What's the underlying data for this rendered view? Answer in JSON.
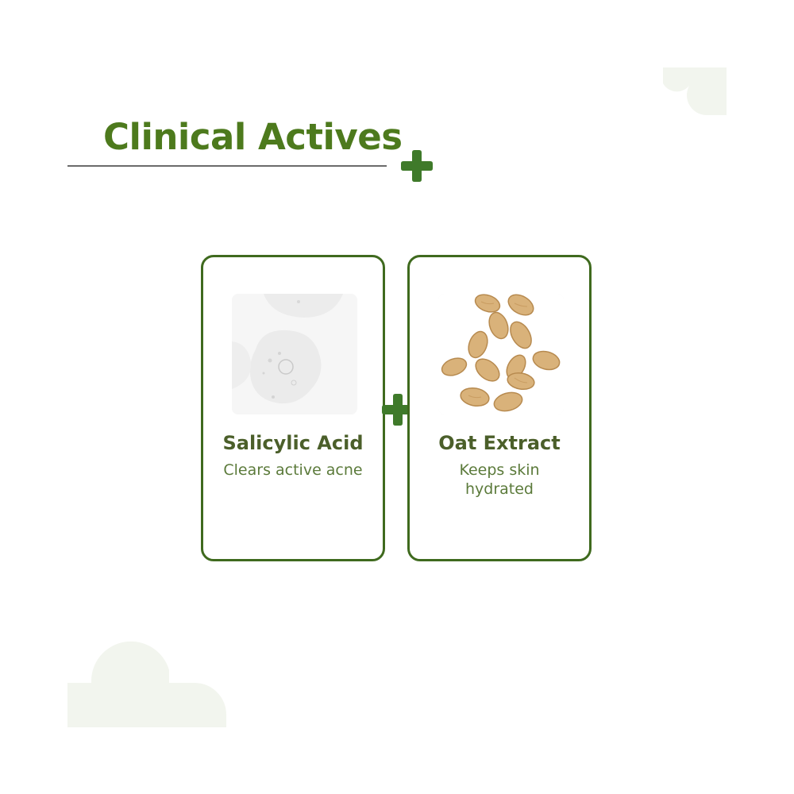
{
  "header": {
    "title": "Clinical Actives"
  },
  "actives": [
    {
      "name": "Salicylic Acid",
      "benefit": "Clears active acne",
      "image": "gel-droplet-image"
    },
    {
      "name": "Oat Extract",
      "benefit": "Keeps skin hydrated",
      "image": "oat-flakes-image"
    }
  ],
  "colors": {
    "title": "#4d7a1d",
    "card_border": "#3f6a1e",
    "plus": "#3f7a2a",
    "card_title": "#4b5f2a",
    "card_text": "#5b7a3a",
    "background_shape": "#f2f5ee"
  },
  "icons": {
    "title_plus": "plus-icon",
    "separator_plus": "plus-icon",
    "decor": "cloud-shape"
  }
}
